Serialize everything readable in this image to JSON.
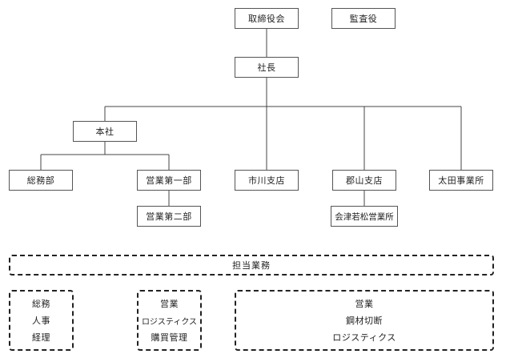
{
  "org": {
    "board": "取締役会",
    "auditor": "監査役",
    "president": "社長",
    "head_office": "本社",
    "general_affairs": "総務部",
    "sales_1": "営業第一部",
    "sales_2": "営業第二部",
    "ichikawa": "市川支店",
    "koriyama": "郡山支店",
    "aizu": "会津若松営業所",
    "ota": "太田事業所"
  },
  "duties": {
    "header": "担当業務",
    "group1": [
      "総務",
      "人事",
      "経理"
    ],
    "group2": [
      "営業",
      "ロジスティクス",
      "購買管理"
    ],
    "group3": [
      "営業",
      "鋼材切断",
      "ロジスティクス"
    ]
  }
}
